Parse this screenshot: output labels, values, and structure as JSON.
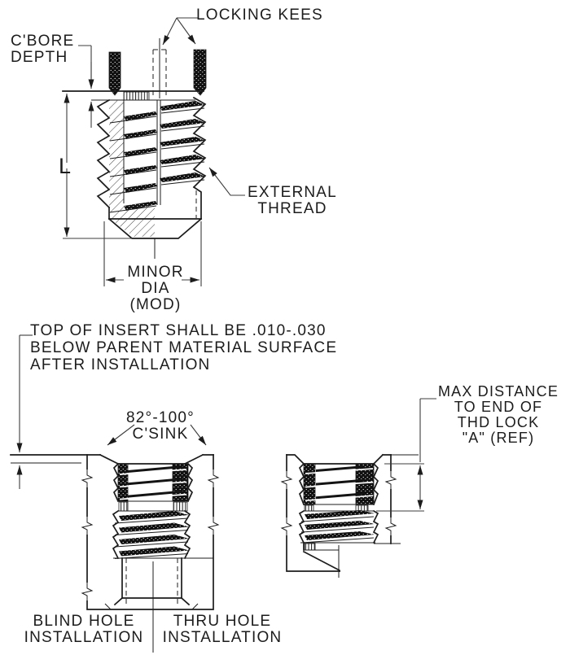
{
  "drawing": {
    "type": "technical-drawing",
    "colors": {
      "line": "#1c1c1c",
      "dim": "#3c3c3c",
      "background": "#ffffff",
      "text": "#1c1c1c"
    },
    "labels": {
      "locking_keys": {
        "lines": [
          "LOCKING KEES"
        ]
      },
      "cbore_depth": {
        "lines": [
          "C'BORE",
          "DEPTH"
        ]
      },
      "length_dim": {
        "lines": [
          "L"
        ]
      },
      "external_thread": {
        "lines": [
          "EXTERNAL",
          "THREAD"
        ]
      },
      "minor_dia": {
        "lines": [
          "MINOR",
          "DIA",
          "(MOD)"
        ]
      },
      "install_note": {
        "lines": [
          "TOP OF INSERT SHALL BE .010-.030",
          "BELOW PARENT MATERIAL SURFACE",
          "AFTER INSTALLATION"
        ]
      },
      "csink": {
        "lines": [
          "82°-100°",
          "C'SINK"
        ]
      },
      "max_distance": {
        "lines": [
          "MAX DISTANCE",
          "TO END OF",
          "THD LOCK",
          "\"A\" (REF)"
        ]
      },
      "blind_hole": {
        "lines": [
          "BLIND HOLE",
          "INSTALLATION"
        ]
      },
      "thru_hole": {
        "lines": [
          "THRU HOLE",
          "INSTALLATION"
        ]
      }
    }
  }
}
